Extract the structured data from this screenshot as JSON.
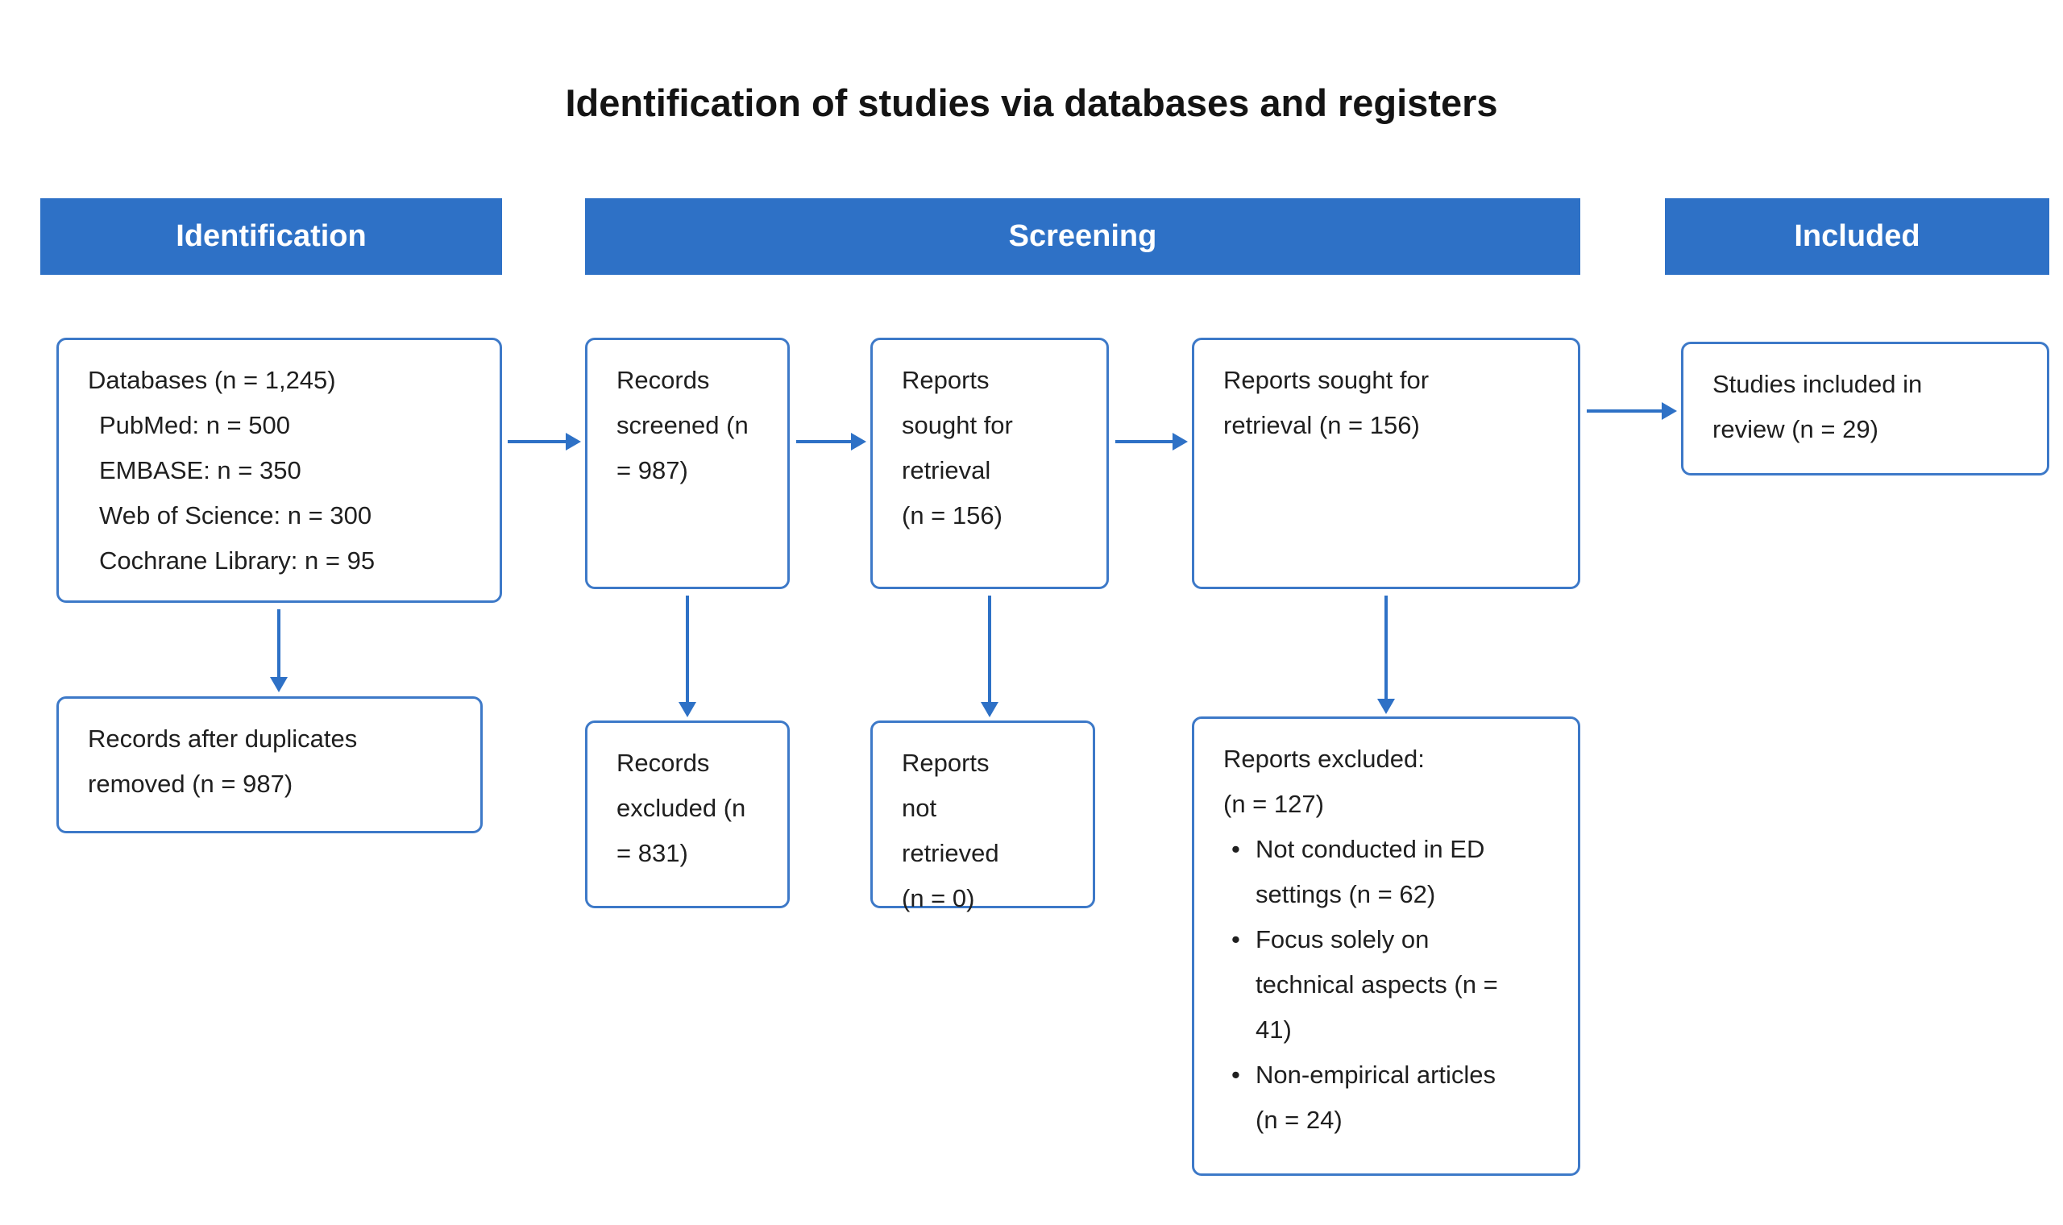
{
  "title": "Identification of studies via databases and registers",
  "colors": {
    "accent": "#2e71c6",
    "box_border": "#3d79c8",
    "header_text": "#ffffff",
    "text": "#1f1f1f",
    "background": "#ffffff"
  },
  "stage_headers": [
    {
      "label": "Identification"
    },
    {
      "label": "Screening"
    },
    {
      "label": "Included"
    }
  ],
  "boxes": {
    "databases": {
      "heading": "Databases (n = 1,245)",
      "sources": [
        "PubMed: n = 500",
        "EMBASE: n = 350",
        "Web of Science: n = 300",
        "Cochrane Library: n = 95"
      ]
    },
    "records_screened": {
      "text": "Records screened (n = 987)"
    },
    "reports_sought": {
      "text": "Reports sought for retrieval (n = 156)"
    },
    "reports_sought_retrieval": {
      "text": "Reports sought for retrieval (n = 156)"
    },
    "studies_included": {
      "text": "Studies included in review (n = 29)"
    },
    "duplicates_removed": {
      "text": "Records after duplicates removed (n = 987)"
    },
    "records_excluded": {
      "text": "Records excluded (n = 831)"
    },
    "reports_not_retrieved": {
      "text": "Reports not retrieved (n = 0)"
    },
    "reports_excluded": {
      "label": "Reports excluded:",
      "count": "(n = 127)",
      "reasons": [
        "Not conducted in ED settings (n = 62)",
        "Focus solely on technical aspects (n = 41)",
        "Non-empirical articles (n = 24)"
      ]
    }
  }
}
